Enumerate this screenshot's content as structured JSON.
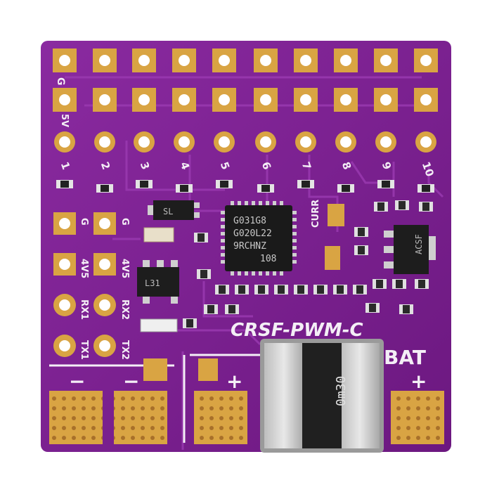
{
  "silkscreen": {
    "row_g": "G",
    "row_5v": "5V",
    "channels": [
      "1",
      "2",
      "3",
      "4",
      "5",
      "6",
      "7",
      "8",
      "9",
      "10"
    ],
    "left_pins": [
      "G",
      "4V5",
      "RX1",
      "TX1"
    ],
    "right_pins": [
      "G",
      "4V5",
      "RX2",
      "TX2"
    ],
    "curr": "CURR",
    "title": "CRSF-PWM-C",
    "bat": "BAT",
    "plus": "+",
    "minus": "−"
  },
  "chips": {
    "mcu_line1": "G031G8",
    "mcu_line2": "G020L22",
    "mcu_line3": "9RCHNZ",
    "mcu_line4": "108",
    "regulator_left": "SL",
    "regulator_low": "L31",
    "current_ic": "ACSF",
    "shunt": "0m30"
  },
  "colors": {
    "pcb": "#7a1f8e",
    "pad": "#d9a443",
    "silk": "#f4eef6"
  }
}
